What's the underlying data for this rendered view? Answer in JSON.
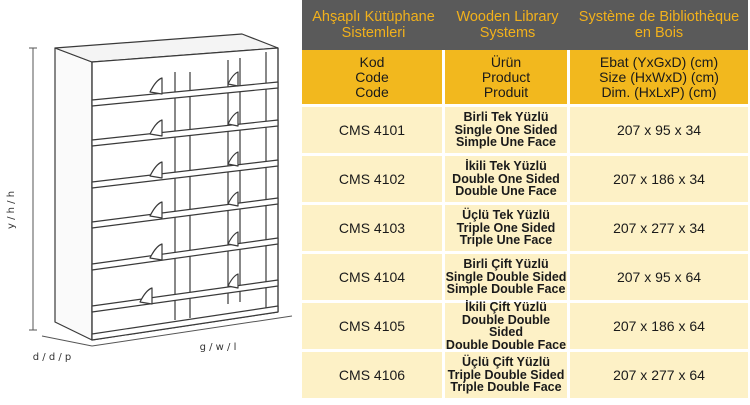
{
  "drawing": {
    "height_label": "y / h / h",
    "width_label": "g / w / l",
    "depth_label": "d / d / p"
  },
  "header": {
    "col1": [
      "Ahşaplı Kütüphane",
      "Sistemleri"
    ],
    "col2": [
      "Wooden Library",
      "Systems"
    ],
    "col3": [
      "Système de Bibliothèque",
      "en Bois"
    ]
  },
  "subheader": {
    "col1": [
      "Kod",
      "Code",
      "Code"
    ],
    "col2": [
      "Ürün",
      "Product",
      "Produit"
    ],
    "col3": [
      "Ebat (YxGxD) (cm)",
      "Size (HxWxD) (cm)",
      "Dim. (HxLxP) (cm)"
    ]
  },
  "rows": [
    {
      "code": "CMS 4101",
      "product": [
        "Birli Tek Yüzlü",
        "Single One Sided",
        "Simple Une Face"
      ],
      "size": "207 x 95 x 34"
    },
    {
      "code": "CMS 4102",
      "product": [
        "İkili Tek Yüzlü",
        "Double One Sided",
        "Double Une Face"
      ],
      "size": "207 x 186 x 34"
    },
    {
      "code": "CMS 4103",
      "product": [
        "Üçlü Tek Yüzlü",
        "Triple One Sided",
        "Triple Une Face"
      ],
      "size": "207 x 277 x 34"
    },
    {
      "code": "CMS 4104",
      "product": [
        "Birli Çift Yüzlü",
        "Single Double Sided",
        "Simple Double Face"
      ],
      "size": "207 x 95 x 64"
    },
    {
      "code": "CMS 4105",
      "product": [
        "İkili Çift Yüzlü",
        "Double Double Sided",
        "Double Double Face"
      ],
      "size": "207 x 186 x 64"
    },
    {
      "code": "CMS 4106",
      "product": [
        "Üçlü Çift Yüzlü",
        "Triple Double Sided",
        "Triple Double Face"
      ],
      "size": "207 x 277 x 64"
    }
  ]
}
